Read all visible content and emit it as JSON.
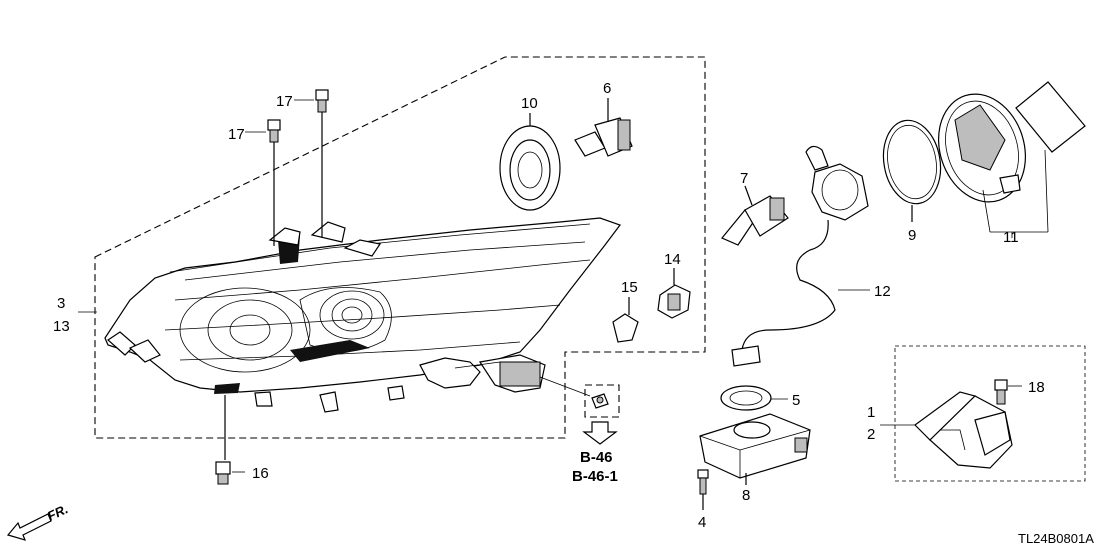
{
  "diagram": {
    "code": "TL24B0801A",
    "direction_label": "FR.",
    "ref_labels": [
      "B-46",
      "B-46-1"
    ],
    "callouts": {
      "c1": "1",
      "c2": "2",
      "c3": "3",
      "c4": "4",
      "c5": "5",
      "c6": "6",
      "c7": "7",
      "c8": "8",
      "c9": "9",
      "c10": "10",
      "c11": "11",
      "c12": "12",
      "c13": "13",
      "c14": "14",
      "c15": "15",
      "c16": "16",
      "c17a": "17",
      "c17b": "17",
      "c18": "18"
    }
  }
}
